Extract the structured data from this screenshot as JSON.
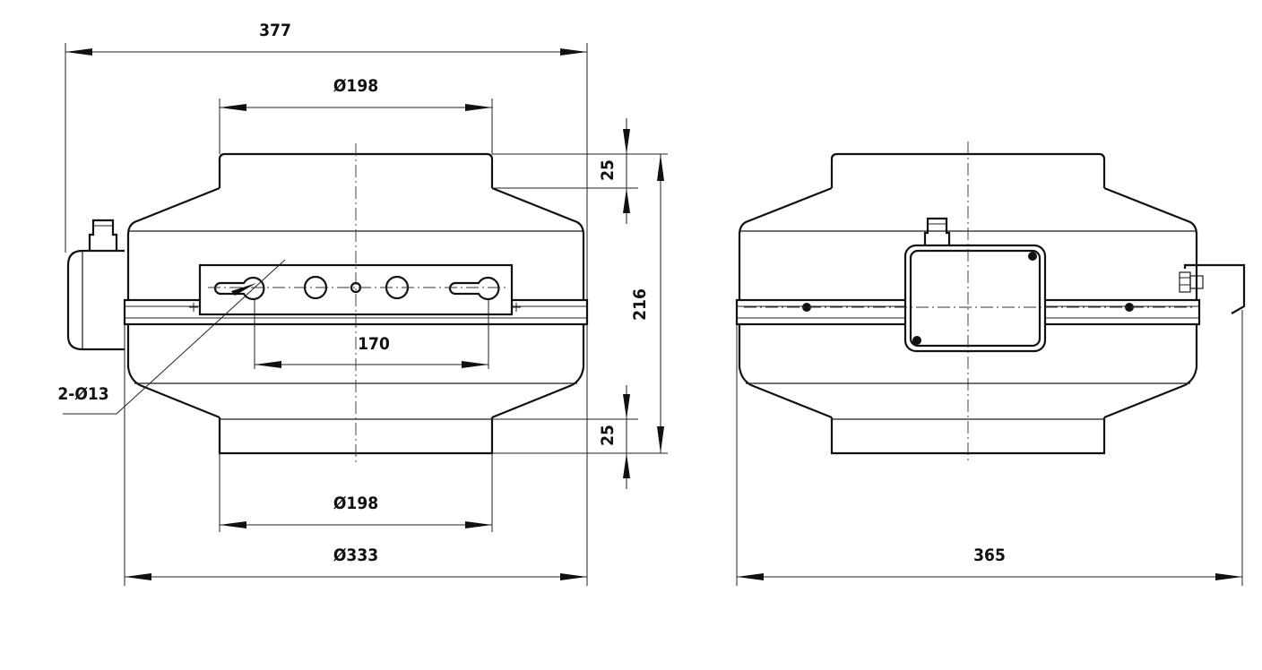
{
  "dimensions": {
    "overall_width": "377",
    "top_outlet_diameter": "Ø198",
    "top_collar_height": "25",
    "overall_height": "216",
    "slot_spacing": "170",
    "mounting_holes": "2-Ø13",
    "bottom_collar_height": "25",
    "bottom_outlet_diameter": "Ø198",
    "body_diameter": "Ø333",
    "side_view_width": "365"
  }
}
